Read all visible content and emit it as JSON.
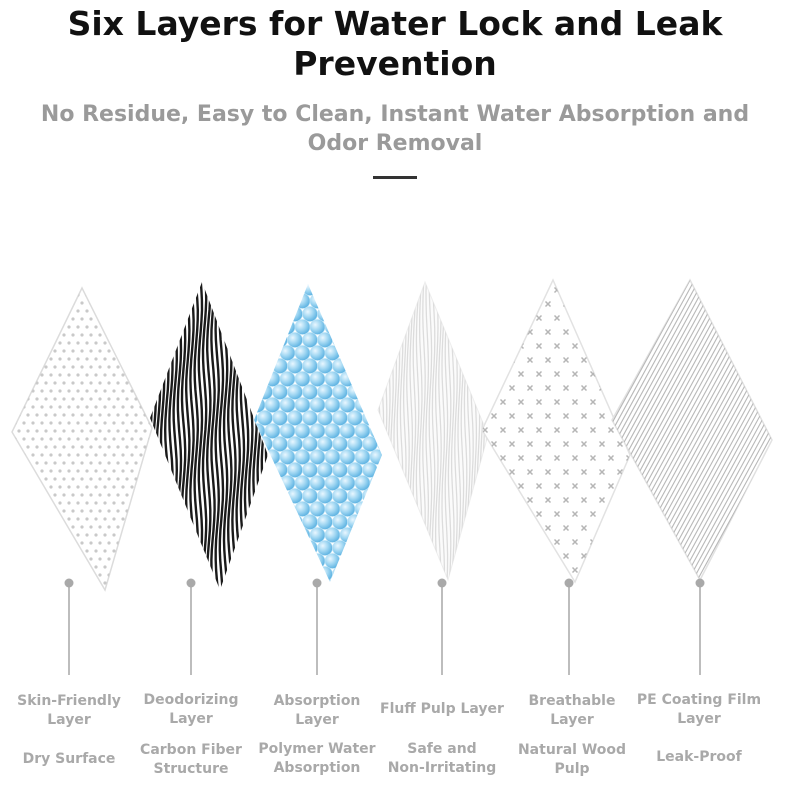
{
  "header": {
    "title_line1": "Six Layers for Water Lock and Leak",
    "title_line2": "Prevention",
    "subtitle_line1": "No Residue, Easy to Clean, Instant Water Absorption and",
    "subtitle_line2": "Odor Removal"
  },
  "colors": {
    "title": "#111111",
    "subtitle": "#9a9a9a",
    "label": "#a9a9a9",
    "carbon": "#1a1a1a",
    "absorption_bead": "#7fc7ec"
  },
  "layers": [
    {
      "name1": "Skin-Friendly",
      "name2": "Layer",
      "feature1": "Dry Surface",
      "feature2": "",
      "icon": "dotted-mesh-icon"
    },
    {
      "name1": "Deodorizing",
      "name2": "Layer",
      "feature1": "Carbon Fiber",
      "feature2": "Structure",
      "icon": "carbon-fiber-icon"
    },
    {
      "name1": "Absorption",
      "name2": "Layer",
      "feature1": "Polymer Water",
      "feature2": "Absorption",
      "icon": "polymer-beads-icon"
    },
    {
      "name1": "Fluff Pulp Layer",
      "name2": "",
      "feature1": "Safe and",
      "feature2": "Non-Irritating",
      "icon": "fluff-pulp-icon"
    },
    {
      "name1": "Breathable",
      "name2": "Layer",
      "feature1": "Natural Wood",
      "feature2": "Pulp",
      "icon": "cross-mesh-icon"
    },
    {
      "name1": "PE Coating Film",
      "name2": "Layer",
      "feature1": "Leak-Proof",
      "feature2": "",
      "icon": "pe-film-icon"
    }
  ]
}
